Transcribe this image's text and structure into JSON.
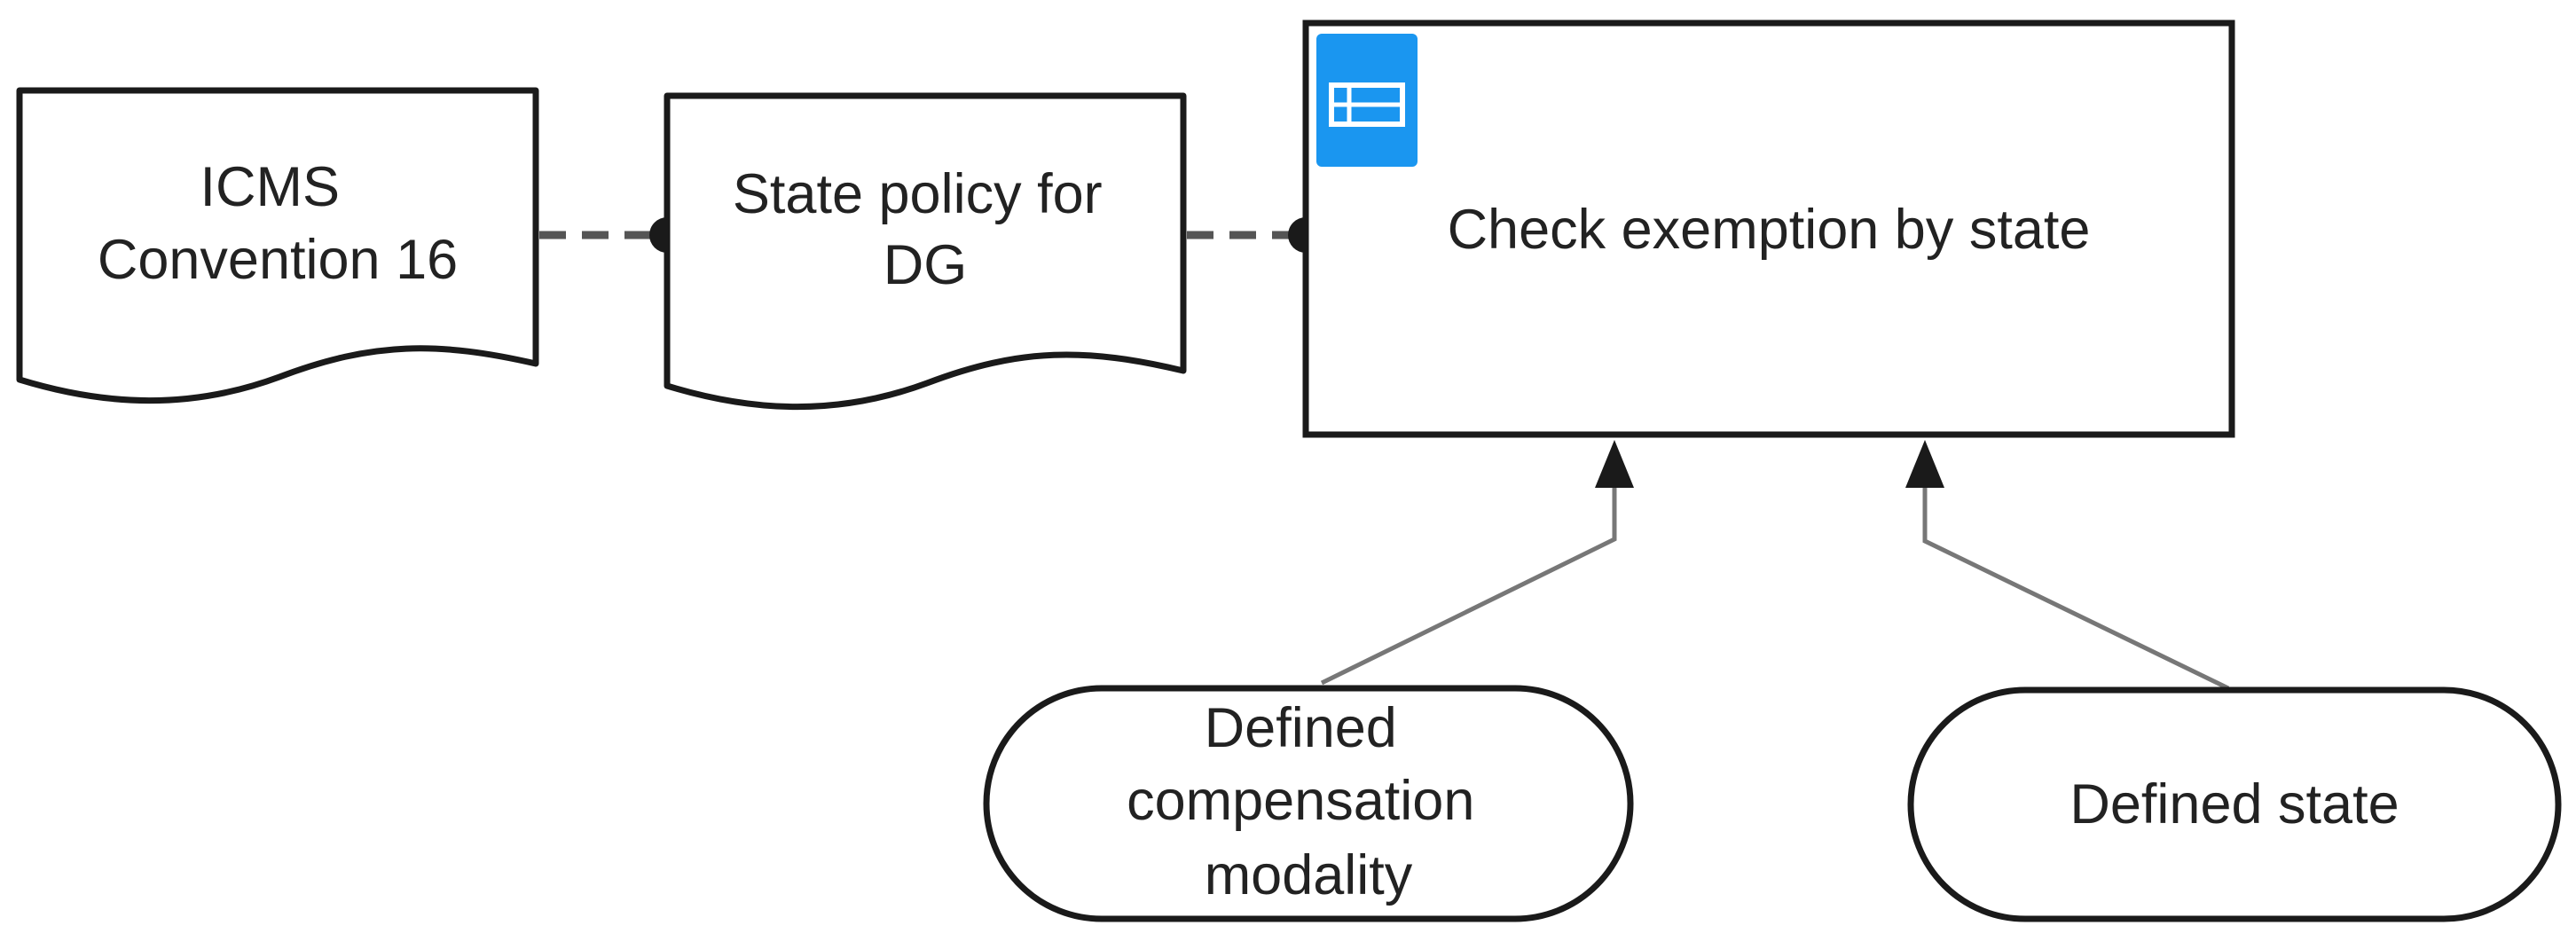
{
  "documents": [
    {
      "id": "icms",
      "lines": [
        "ICMS",
        "Convention 16"
      ]
    },
    {
      "id": "policy",
      "lines": [
        "State policy for",
        "DG"
      ]
    }
  ],
  "task": {
    "label": "Check exemption by state",
    "icon": "task-list-icon",
    "icon_color": "#1a96f0"
  },
  "events": [
    {
      "id": "compensation",
      "lines": [
        "Defined",
        "compensation",
        "modality"
      ]
    },
    {
      "id": "state",
      "lines": [
        "Defined state"
      ]
    }
  ],
  "colors": {
    "stroke": "#1a1a1a",
    "dashed": "#555555",
    "arrow": "#777777",
    "text": "#222222"
  }
}
